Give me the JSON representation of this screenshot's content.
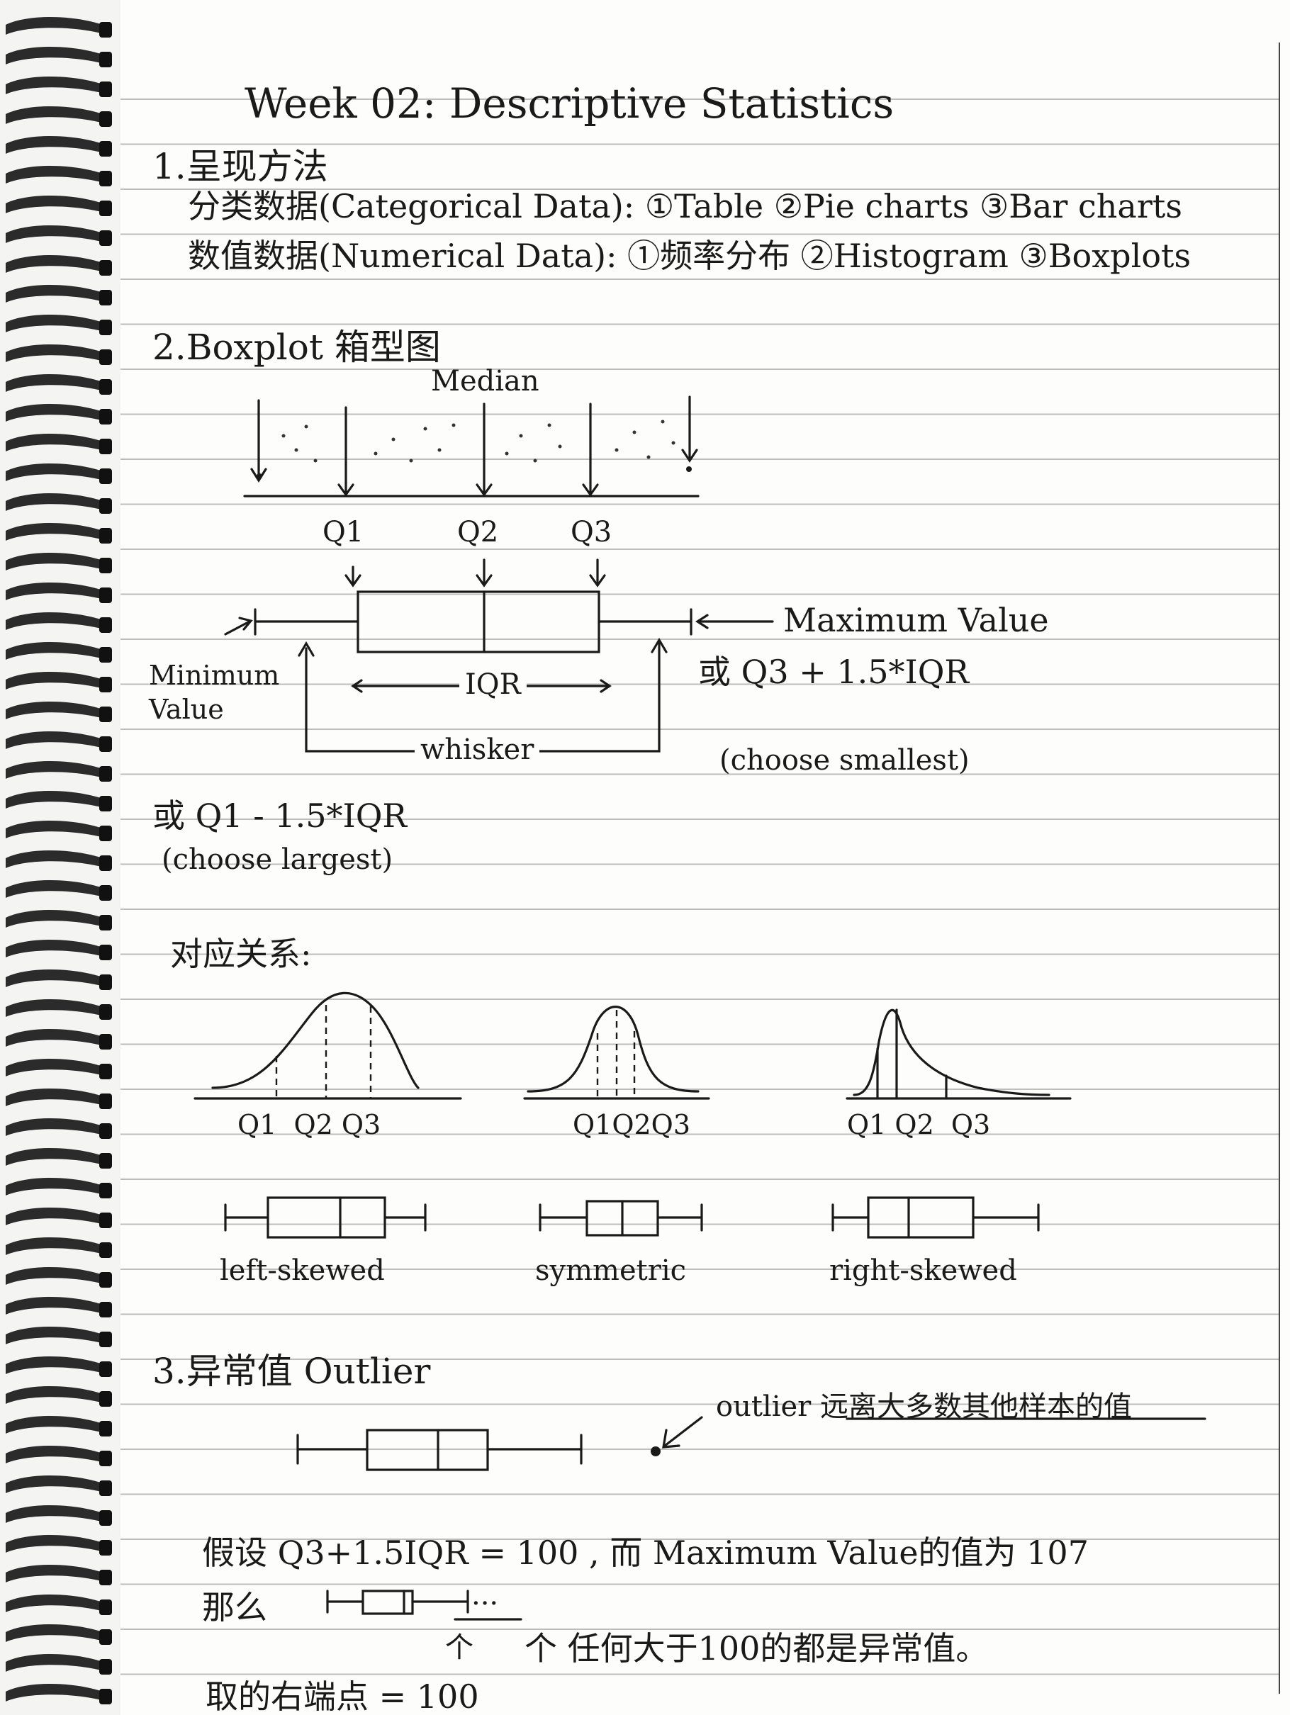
{
  "title": "Week 02: Descriptive Statistics",
  "sections": {
    "s1": {
      "heading": "1.呈现方法",
      "row1": "分类数据(Categorical Data): ①Table ②Pie charts ③Bar charts",
      "row2": "数值数据(Numerical Data): ①频率分布 ②Histogram ③Boxplots"
    },
    "s2": {
      "heading": "2.Boxplot 箱型图",
      "median": "Median",
      "q1": "Q1",
      "q2": "Q2",
      "q3": "Q3",
      "max_label": "Maximum Value",
      "max_alt": "或 Q3 + 1.5*IQR",
      "max_choose": "(choose smallest)",
      "min_label": "Minimum\nValue",
      "iqr": "IQR",
      "whisker": "whisker",
      "min_alt": "或 Q1 - 1.5*IQR",
      "min_choose": "(choose largest)",
      "relation": "对应关系:",
      "dist1_labels": "Q1  Q2 Q3",
      "dist2_labels": "Q1Q2Q3",
      "dist3_labels": "Q1 Q2  Q3",
      "left_skewed": "left-skewed",
      "symmetric": "symmetric",
      "right_skewed": "right-skewed"
    },
    "s3": {
      "heading": "3.异常值 Outlier",
      "outlier_note": "outlier 远离大多数其他样本的值",
      "assume": "假设 Q3+1.5IQR = 100 , 而 Maximum Value的值为 107",
      "then": "那么",
      "dots": "...",
      "small_arrow": "个",
      "conclusion": "个 任何大于100的都是异常值。",
      "bottom": "取的右端点 = 100"
    }
  }
}
